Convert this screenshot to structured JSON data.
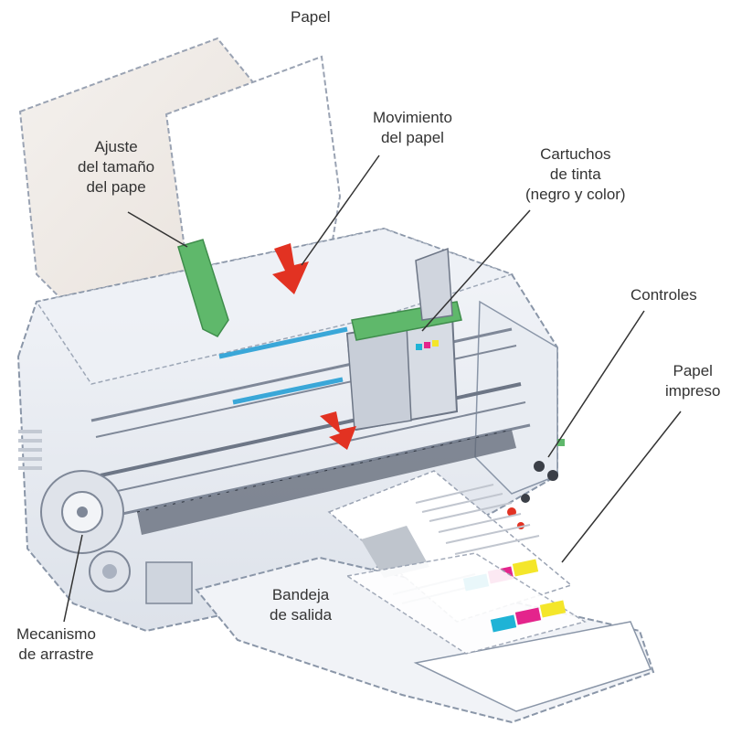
{
  "labels": {
    "papel": "Papel",
    "movimiento": [
      "Movimiento",
      "del papel"
    ],
    "cartuchos": [
      "Cartuchos",
      "de tinta",
      "(negro y color)"
    ],
    "ajuste": [
      "Ajuste",
      "del tamaño",
      "del pape"
    ],
    "controles": "Controles",
    "papel_impreso": [
      "Papel",
      "impreso"
    ],
    "bandeja": [
      "Bandeja",
      "de salida"
    ],
    "mecanismo": [
      "Mecanismo",
      "de arrastre"
    ]
  },
  "colors": {
    "outline": "#8a96a8",
    "body_fill": "#eef1f6",
    "guide_green": "#5fb86b",
    "arrow_red": "#e23222",
    "ink_cyan": "#1fb3d6",
    "ink_magenta": "#e4248c",
    "ink_yellow": "#f4e62a",
    "rail_blue": "#3aa7d8",
    "callout_line": "#333333"
  }
}
